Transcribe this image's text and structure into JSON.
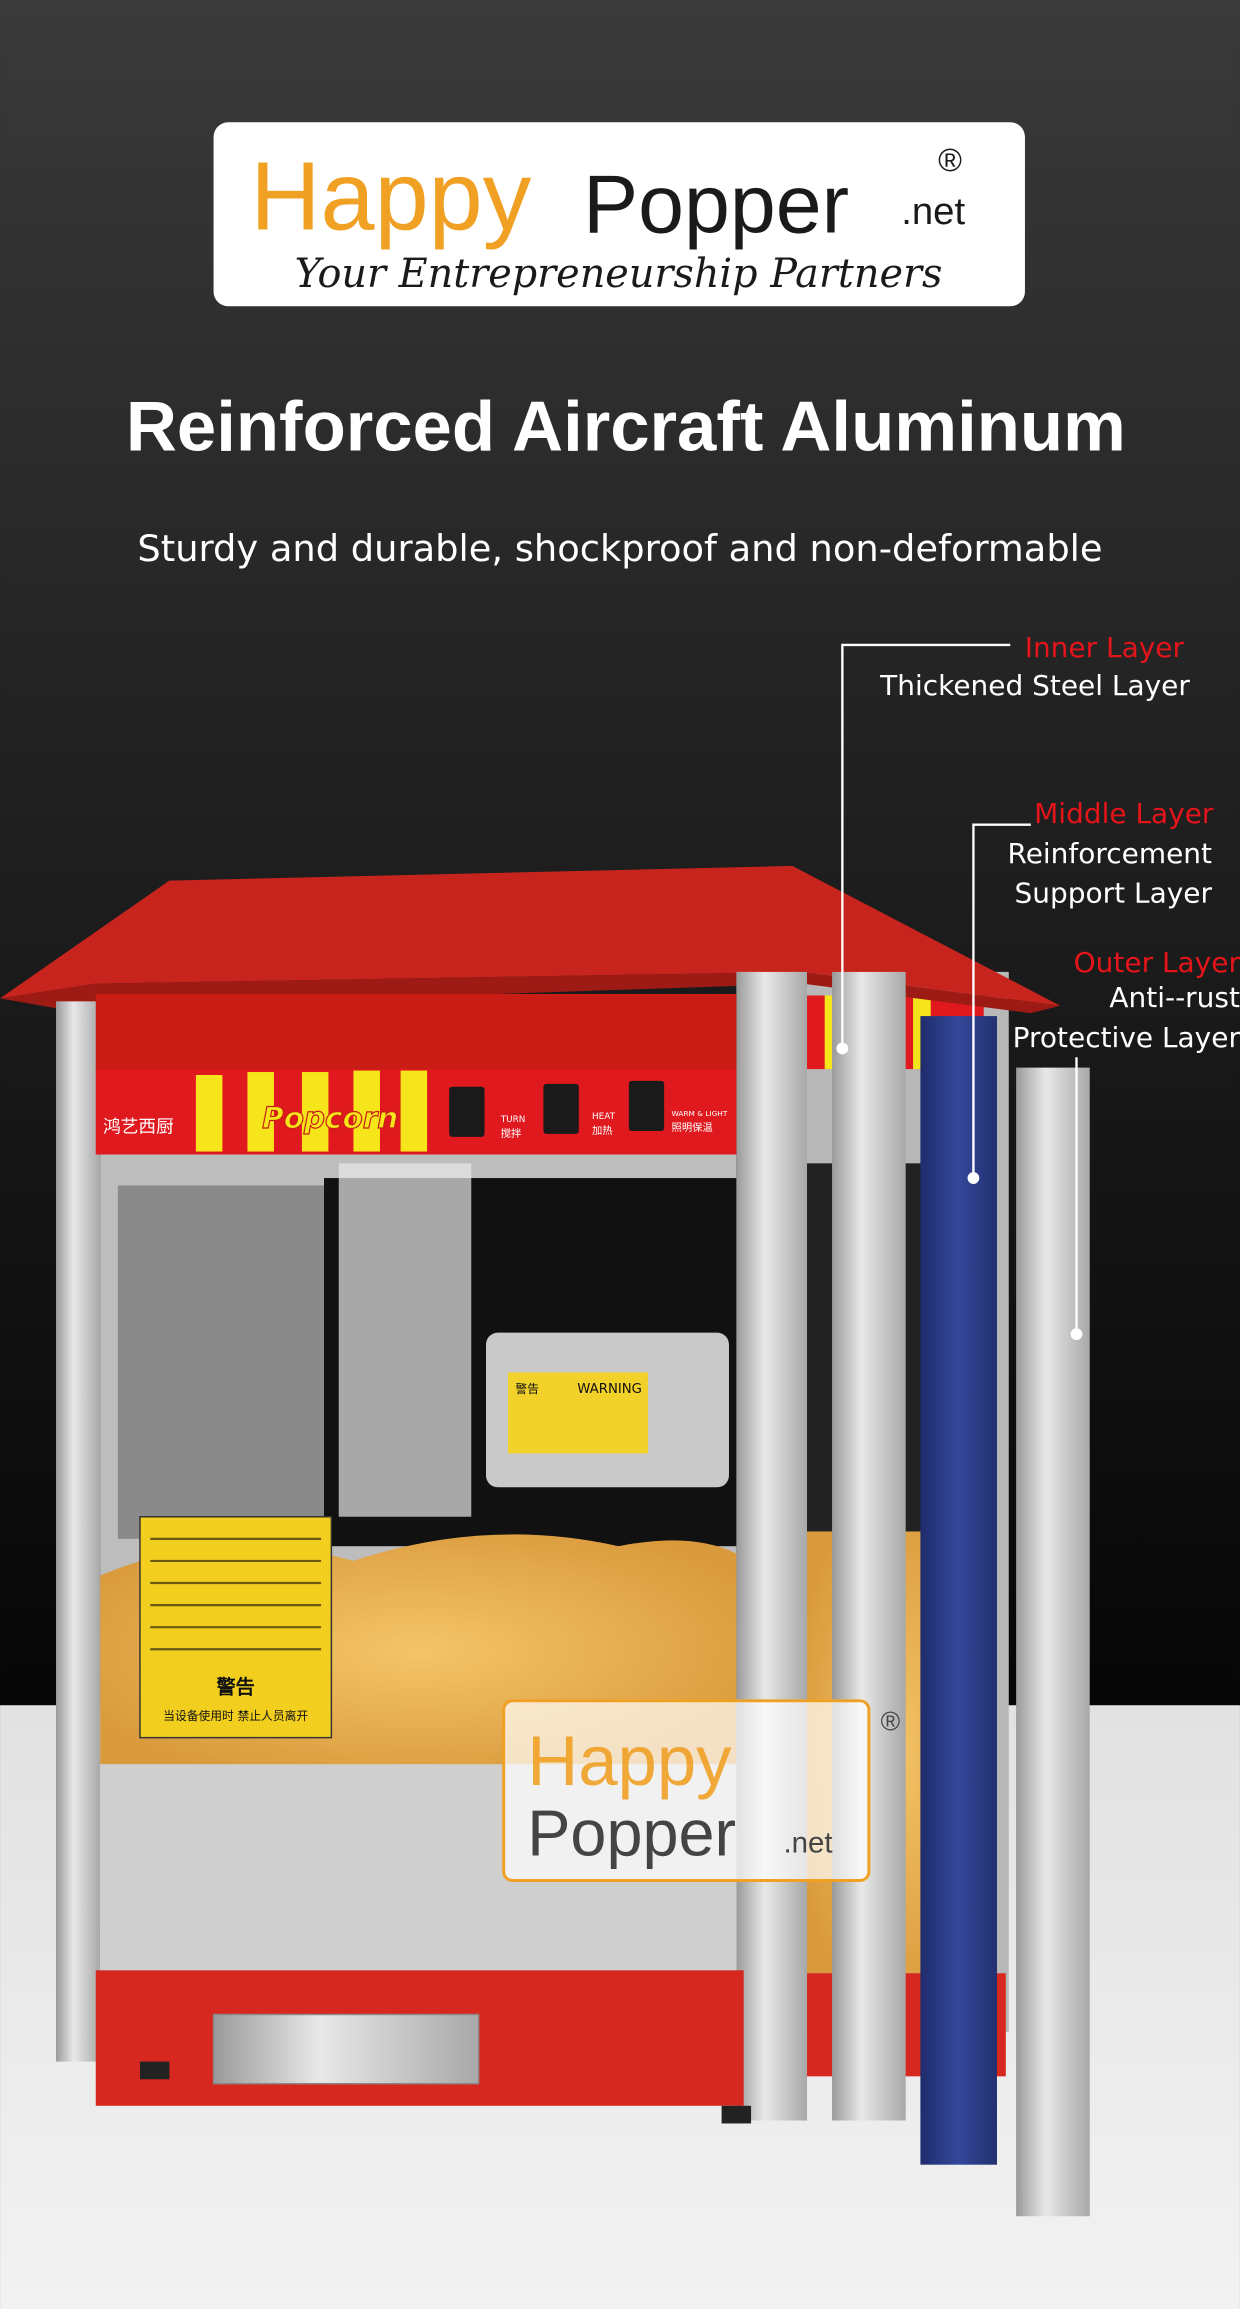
{
  "logo": {
    "happy": "Happy",
    "popper": "Popper",
    "net": ".net",
    "registered": "®",
    "tagline": "Your Entrepreneurship Partners"
  },
  "headline": "Reinforced Aircraft Aluminum",
  "subheadline": "Sturdy and durable, shockproof and non-deformable",
  "layers": [
    {
      "name": "Inner Layer",
      "lines": [
        "Thickened Steel Layer"
      ]
    },
    {
      "name": "Middle Layer",
      "lines": [
        "Reinforcement",
        "Support Layer"
      ]
    },
    {
      "name": "Outer Layer",
      "lines": [
        "Anti--rust",
        "Protective Layer"
      ]
    }
  ],
  "machine": {
    "brand_cn": "鸿艺西厨",
    "banner": "Popcorn",
    "switches": [
      {
        "en": "TURN",
        "cn": "搅拌"
      },
      {
        "en": "HEAT",
        "cn": "加热"
      },
      {
        "en": "WARM & LIGHT",
        "cn": "照明保温"
      }
    ],
    "kettle_warning": "WARNING",
    "kettle_warning_cn": "警告",
    "sticker_title_cn": "警告",
    "sticker_text_cn": "当设备使用时 禁止人员离开"
  },
  "watermark": {
    "happy": "Happy",
    "popper": "Popper",
    "net": ".net",
    "registered": "®"
  },
  "colors": {
    "accent_orange": "#f0a023",
    "label_red": "#e4141b",
    "roof_red": "#c8241e",
    "middle_blue": "#2d3e8c"
  }
}
